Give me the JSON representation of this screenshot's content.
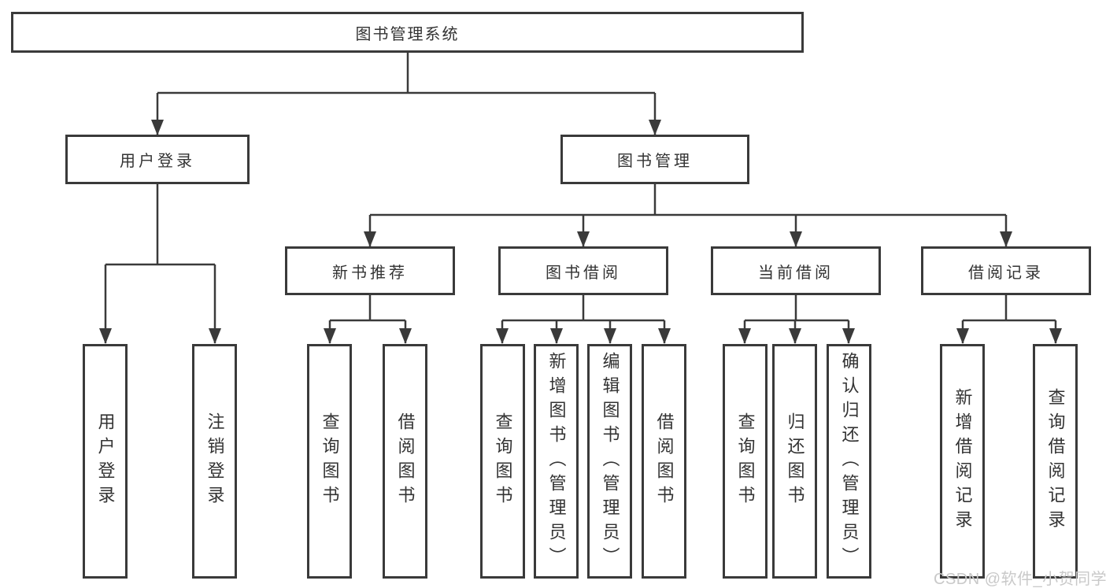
{
  "tree": {
    "label": "图书管理系统",
    "children": [
      {
        "label": "用户登录",
        "children": [
          {
            "label": "用户登录"
          },
          {
            "label": "注销登录"
          }
        ]
      },
      {
        "label": "图书管理",
        "children": [
          {
            "label": "新书推荐",
            "children": [
              {
                "label": "查询图书"
              },
              {
                "label": "借阅图书"
              }
            ]
          },
          {
            "label": "图书借阅",
            "children": [
              {
                "label": "查询图书"
              },
              {
                "label": "新增图书（管理员）"
              },
              {
                "label": "编辑图书（管理员）"
              },
              {
                "label": "借阅图书"
              }
            ]
          },
          {
            "label": "当前借阅",
            "children": [
              {
                "label": "查询图书"
              },
              {
                "label": "归还图书"
              },
              {
                "label": "确认归还（管理员）"
              }
            ]
          },
          {
            "label": "借阅记录",
            "children": [
              {
                "label": "新增借阅记录"
              },
              {
                "label": "查询借阅记录"
              }
            ]
          }
        ]
      }
    ]
  },
  "watermark": "CSDN @软件_小贺同学",
  "colors": {
    "line": "#3a3a3a",
    "box_border": "#3a3a3a",
    "text": "#333333",
    "watermark": "#c9c9c9",
    "background": "#ffffff"
  }
}
